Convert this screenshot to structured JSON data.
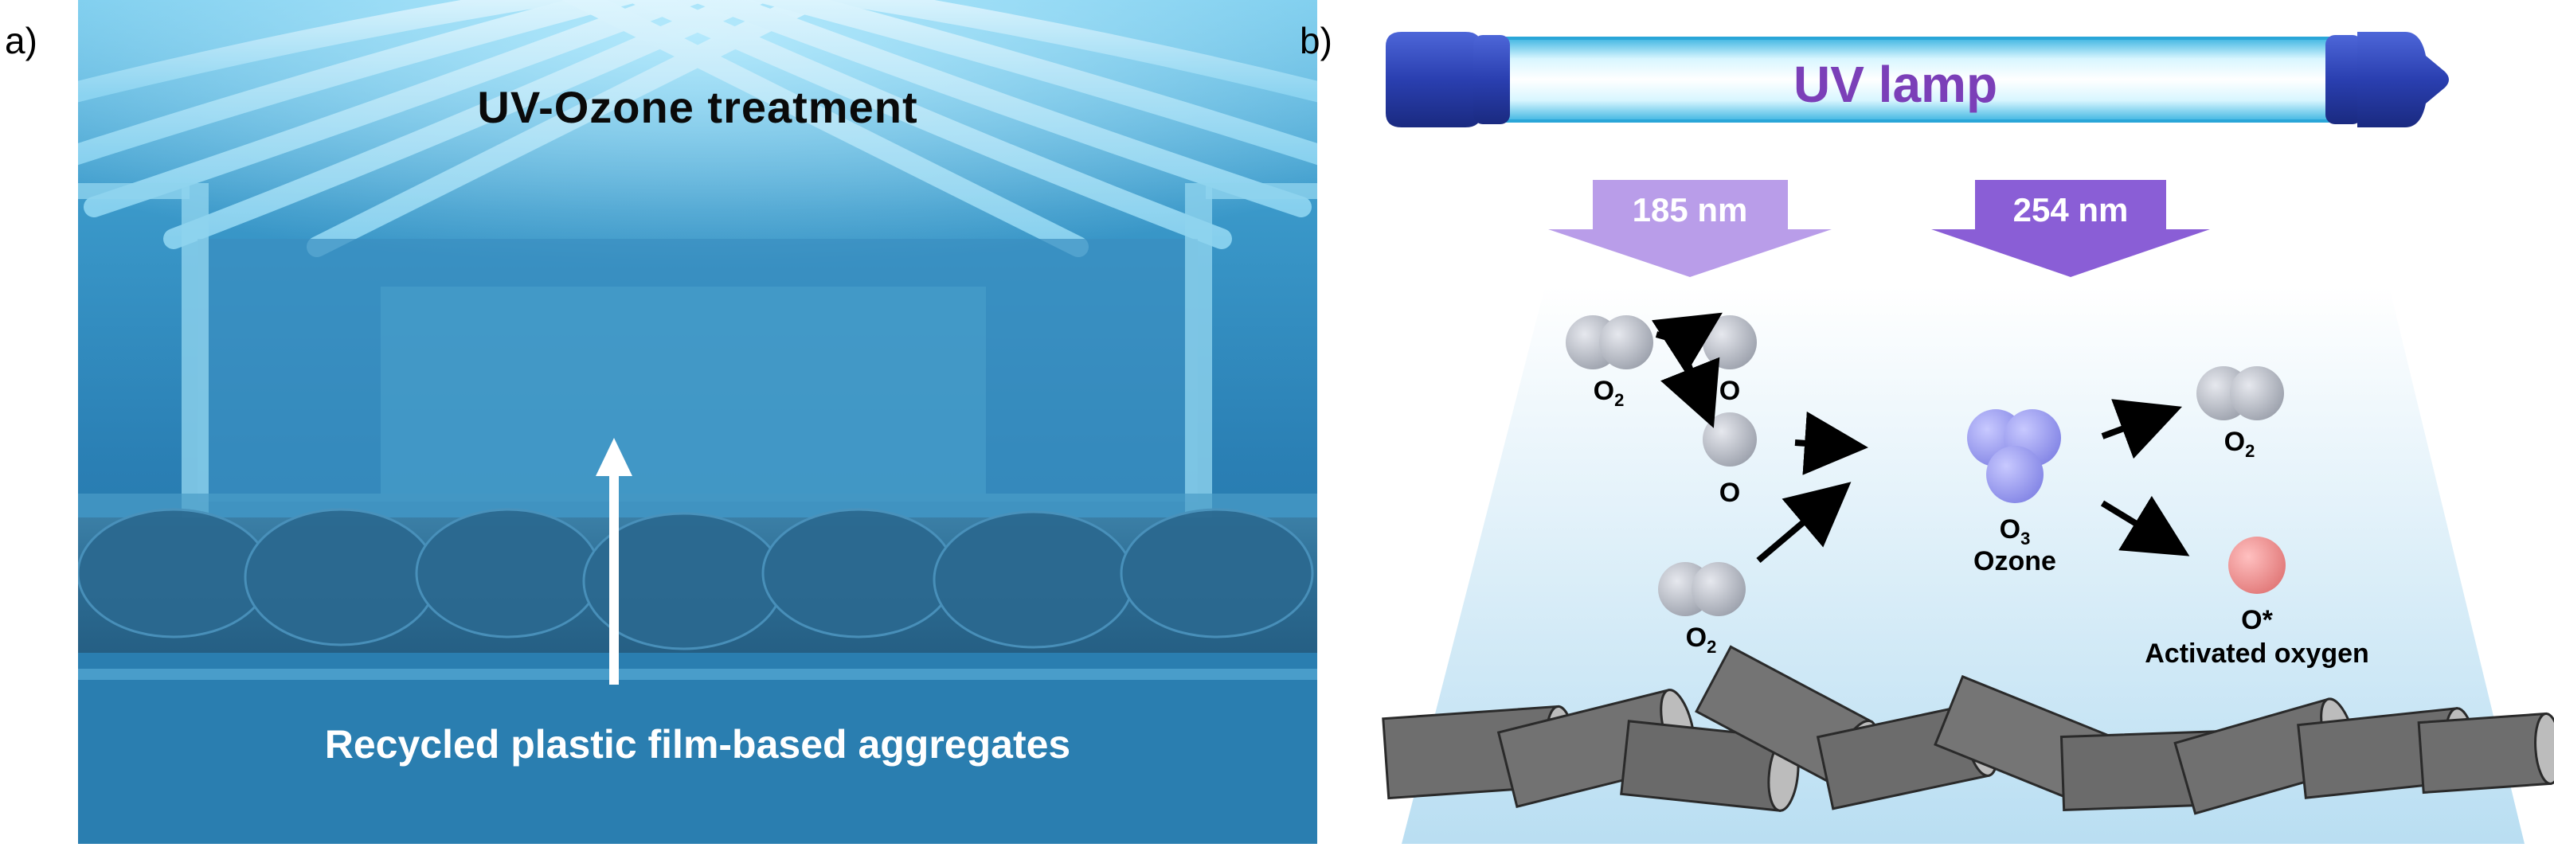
{
  "panel_a": {
    "label": "a)",
    "title": "UV-Ozone treatment",
    "caption": "Recycled plastic film-based aggregates"
  },
  "panel_b": {
    "label": "b)",
    "lamp_label": "UV lamp",
    "wavelength_1": "185 nm",
    "wavelength_2": "254 nm",
    "molecules": {
      "o2_left": "O",
      "o2_left_sub": "2",
      "o_top": "O",
      "o_middle": "O",
      "o2_bottom": "O",
      "o2_bottom_sub": "2",
      "o3": "O",
      "o3_sub": "3",
      "ozone": "Ozone",
      "o2_right": "O",
      "o2_right_sub": "2",
      "o_star": "O*",
      "activated_oxygen": "Activated oxygen"
    }
  },
  "colors": {
    "uv_blue": "#2f86c0",
    "lamp_cap": "#2a3fb0",
    "arrow_185": "#b79be8",
    "arrow_254": "#8b5fd8",
    "lamp_text": "#7b3fb8",
    "oxygen_gray": "#b8bcc6",
    "ozone_violet": "#9fa0f0",
    "activated_red": "#e88a8a",
    "aggregate_gray": "#6e6e6e"
  }
}
